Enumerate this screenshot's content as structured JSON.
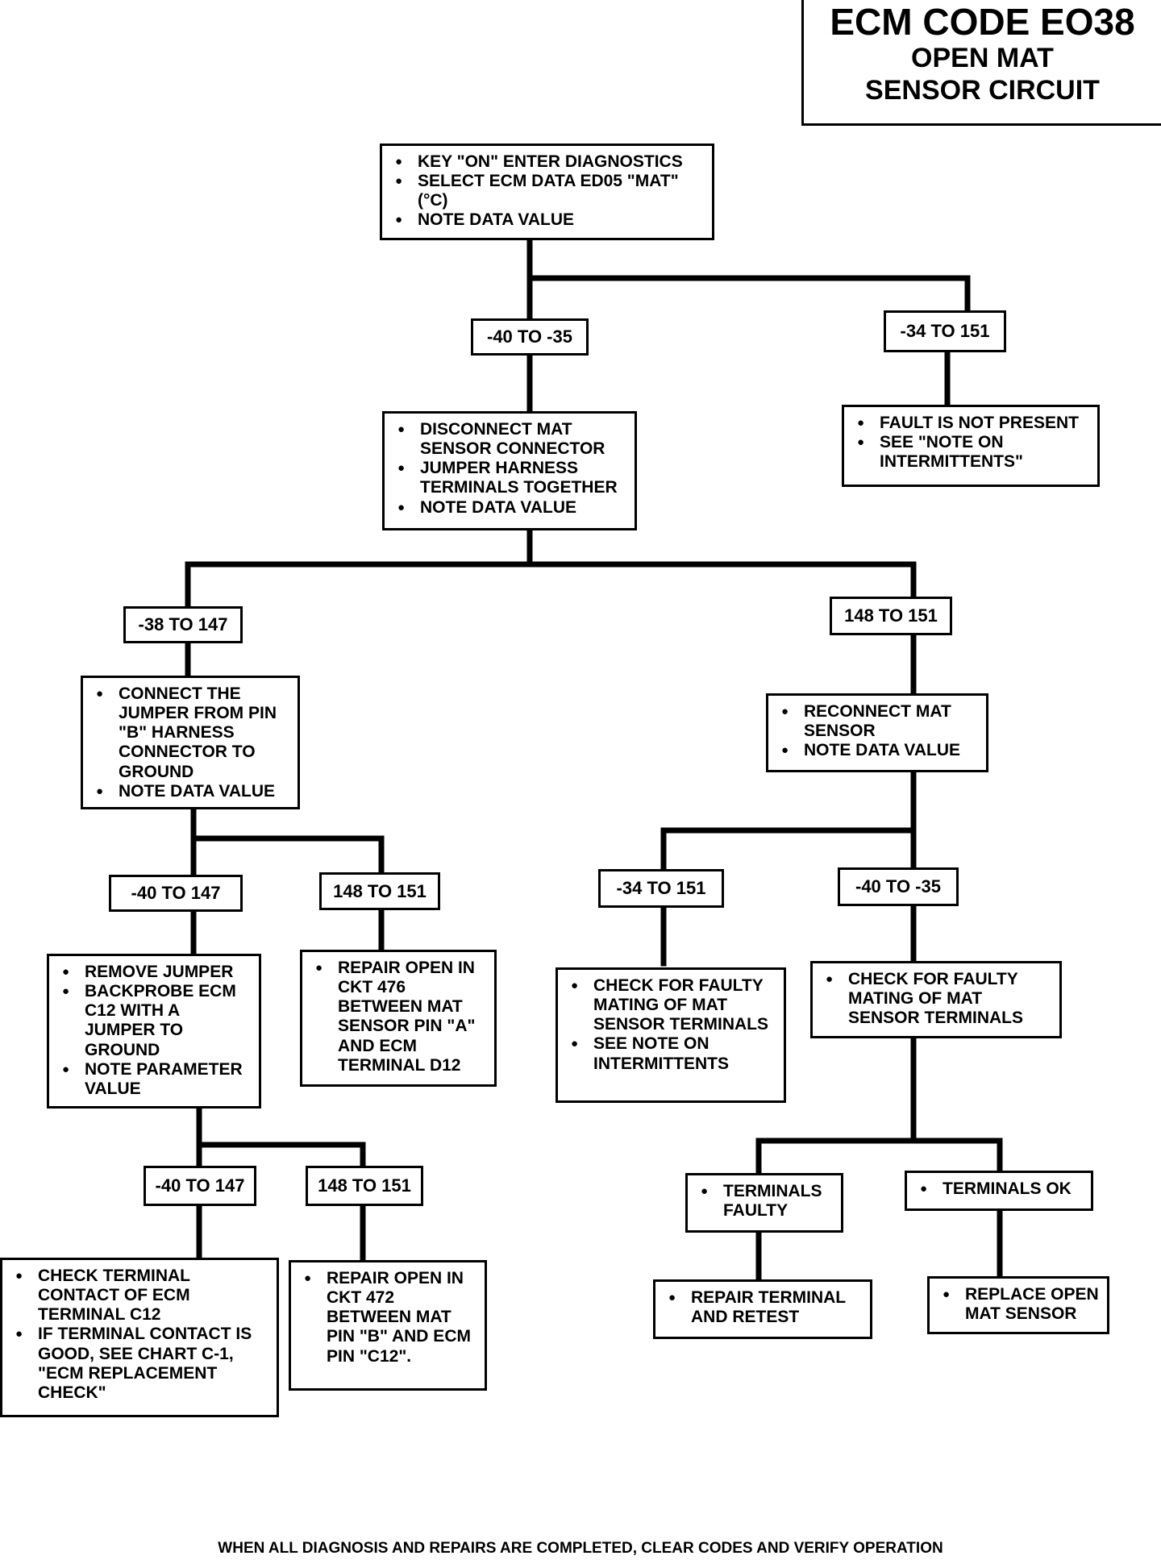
{
  "header": {
    "code": "ECM CODE EO38",
    "subtitle_line1": "OPEN MAT",
    "subtitle_line2": "SENSOR CIRCUIT"
  },
  "nodes": {
    "start": [
      "KEY \"ON\" ENTER DIAGNOSTICS",
      "SELECT ECM DATA ED05 \"MAT\" (°C)",
      "NOTE DATA VALUE"
    ],
    "r_a_left": "-40 TO -35",
    "r_a_right": "-34 TO 151",
    "fault_not_present": [
      "FAULT IS NOT PRESENT",
      "SEE \"NOTE ON INTERMITTENTS\""
    ],
    "disconnect": [
      "DISCONNECT MAT SENSOR CONNECTOR",
      "JUMPER HARNESS TERMINALS TOGETHER",
      "NOTE DATA VALUE"
    ],
    "r_b_left": "-38 TO 147",
    "r_b_right": "148 TO 151",
    "connect_jumper": [
      "CONNECT THE JUMPER FROM PIN \"B\" HARNESS CONNECTOR TO GROUND",
      "NOTE DATA VALUE"
    ],
    "reconnect": [
      "RECONNECT MAT SENSOR",
      "NOTE DATA VALUE"
    ],
    "r_c1": "-40 TO 147",
    "r_c2": "148 TO 151",
    "r_c3": "-34 TO 151",
    "r_c4": "-40 TO -35",
    "remove_jumper": [
      "REMOVE JUMPER",
      "BACKPROBE ECM C12 WITH A JUMPER TO GROUND",
      "NOTE PARAMETER VALUE"
    ],
    "repair_476": [
      "REPAIR OPEN IN CKT 476 BETWEEN MAT SENSOR PIN \"A\" AND ECM TERMINAL D12"
    ],
    "check_mating_1": [
      "CHECK FOR FAULTY MATING OF MAT SENSOR TERMINALS",
      "SEE NOTE ON INTERMITTENTS"
    ],
    "check_mating_2": [
      "CHECK FOR FAULTY MATING OF MAT SENSOR TERMINALS"
    ],
    "r_d1": "-40 TO 147",
    "r_d2": "148 TO 151",
    "terminals_faulty": [
      "TERMINALS FAULTY"
    ],
    "terminals_ok": [
      "TERMINALS OK"
    ],
    "check_terminal": [
      "CHECK TERMINAL CONTACT OF ECM TERMINAL C12",
      "IF TERMINAL CONTACT IS GOOD, SEE CHART C-1, \"ECM REPLACEMENT CHECK\""
    ],
    "repair_472": [
      "REPAIR OPEN IN CKT 472 BETWEEN MAT PIN \"B\" AND ECM PIN \"C12\"."
    ],
    "repair_terminal": [
      "REPAIR TERMINAL AND RETEST"
    ],
    "replace_sensor": [
      "REPLACE OPEN MAT SENSOR"
    ]
  },
  "footer": "WHEN ALL DIAGNOSIS AND REPAIRS ARE COMPLETED, CLEAR CODES AND VERIFY OPERATION"
}
